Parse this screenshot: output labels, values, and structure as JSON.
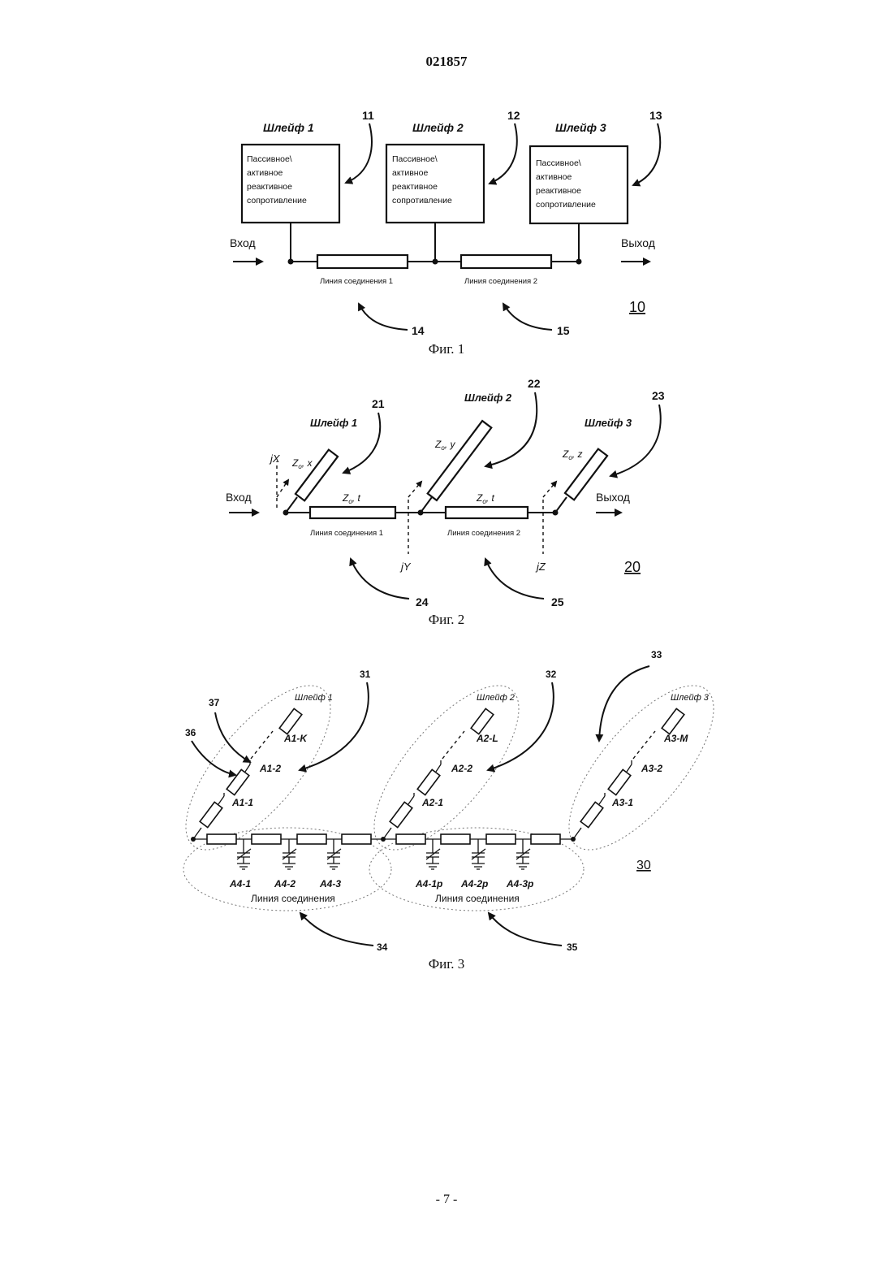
{
  "document": {
    "number": "021857",
    "page_label": "- 7 -"
  },
  "fig1": {
    "caption": "Фиг. 1",
    "stubs": [
      {
        "title": "Шлейф 1",
        "ref": "11",
        "text": [
          "Пассивное\\",
          "активное",
          "реактивное",
          "сопротивление"
        ]
      },
      {
        "title": "Шлейф 2",
        "ref": "12",
        "text": [
          "Пассивное\\",
          "активное",
          "реактивное",
          "сопротивление"
        ]
      },
      {
        "title": "Шлейф 3",
        "ref": "13",
        "text": [
          "Пассивное\\",
          "активное",
          "реактивное",
          "сопротивление"
        ]
      }
    ],
    "input_label": "Вход",
    "output_label": "Выход",
    "lines": [
      {
        "label": "Линия соединения 1",
        "ref": "14"
      },
      {
        "label": "Линия соединения 2",
        "ref": "15"
      }
    ],
    "figure_ref": "10"
  },
  "fig2": {
    "caption": "Фиг. 2",
    "stubs": [
      {
        "title": "Шлейф 1",
        "ref": "21",
        "param": "Z",
        "sub": "o",
        "suffix": ", x",
        "susceptance": "jX"
      },
      {
        "title": "Шлейф 2",
        "ref": "22",
        "param": "Z",
        "sub": "o",
        "suffix": ", y",
        "susceptance": "jY"
      },
      {
        "title": "Шлейф 3",
        "ref": "23",
        "param": "Z",
        "sub": "o",
        "suffix": ", z",
        "susceptance": "jZ"
      }
    ],
    "input_label": "Вход",
    "output_label": "Выход",
    "lines": [
      {
        "label": "Линия соединения 1",
        "param": "Z",
        "sub": "o",
        "suffix": ", t",
        "ref": "24"
      },
      {
        "label": "Линия соединения 2",
        "param": "Z",
        "sub": "o",
        "suffix": ", t",
        "ref": "25"
      }
    ],
    "figure_ref": "20"
  },
  "fig3": {
    "caption": "Фиг. 3",
    "stubs": [
      {
        "title": "Шлейф 1",
        "ref": "31",
        "elements": [
          "A1-1",
          "A1-2",
          "A1-K"
        ]
      },
      {
        "title": "Шлейф 2",
        "ref": "32",
        "elements": [
          "A2-1",
          "A2-2",
          "A2-L"
        ]
      },
      {
        "title": "Шлейф 3",
        "ref": "33",
        "elements": [
          "A3-1",
          "A3-2",
          "A3-M"
        ]
      }
    ],
    "lines": [
      {
        "label": "Линия соединения",
        "ref": "34",
        "capacitors": [
          "A4-1",
          "A4-2",
          "A4-3"
        ]
      },
      {
        "label": "Линия соединения",
        "ref": "35",
        "capacitors": [
          "A4-1p",
          "A4-2p",
          "A4-3p"
        ]
      }
    ],
    "extra_refs": [
      "36",
      "37"
    ],
    "figure_ref": "30"
  }
}
